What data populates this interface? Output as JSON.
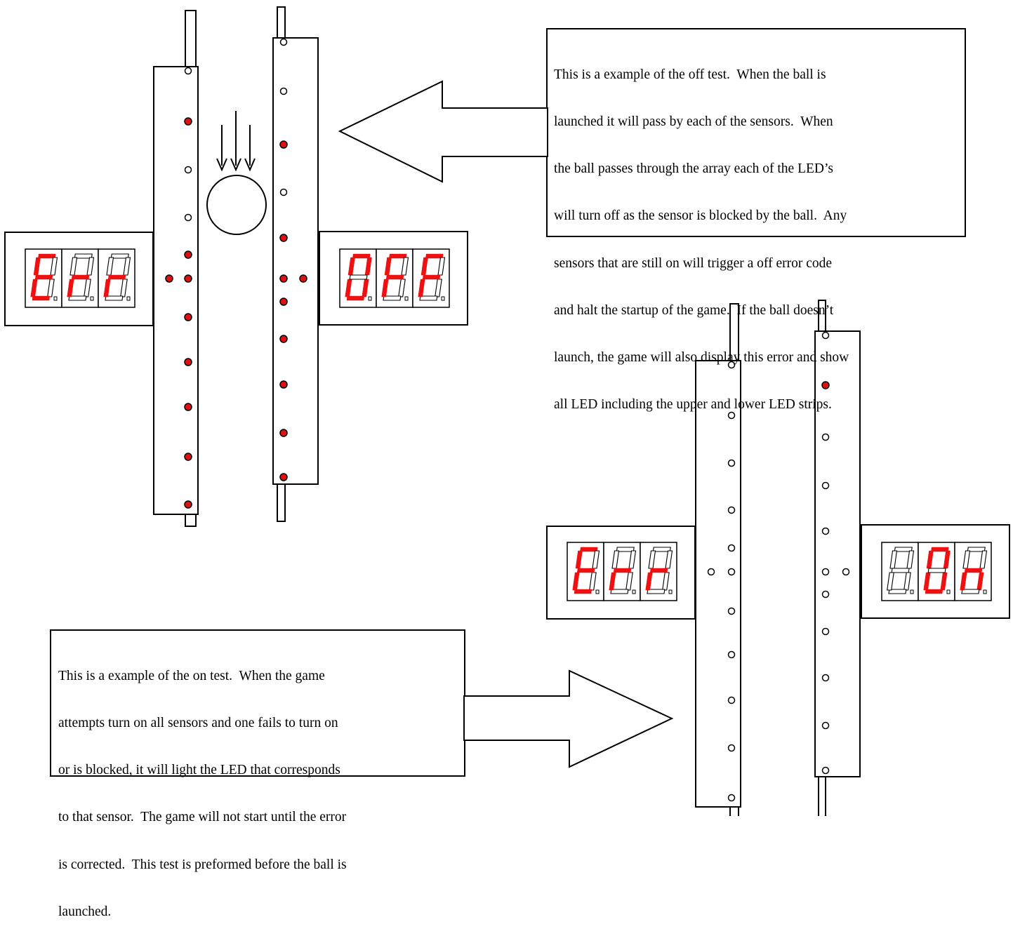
{
  "colors": {
    "led_on": "#dd1111",
    "led_off": "#ffffff",
    "outline": "#000000",
    "segment_on": "#ee1111",
    "segment_off": "#ffffff"
  },
  "off_test": {
    "callout": {
      "lines": [
        "This is a example of the off test.  When the ball is",
        "launched it will pass by each of the sensors.  When",
        "the ball passes through the array each of the LED’s",
        "will turn off as the sensor is blocked by the ball.  Any",
        "sensors that are still on will trigger a off error code",
        "and halt the startup of the game.  If the ball doesn’t",
        "launch, the game will also display this error and show",
        "all LED including the upper and lower LED strips."
      ]
    },
    "left_display": {
      "characters": [
        "E",
        "r",
        "r"
      ]
    },
    "right_display": {
      "characters": [
        "0",
        "F",
        "F"
      ]
    },
    "left_strip_leds": [
      "off",
      "on",
      "off",
      "off",
      "on",
      "on",
      "on",
      "on",
      "on",
      "on",
      "on"
    ],
    "left_strip_side_led": "on",
    "right_strip_leds": [
      "off",
      "off",
      "on",
      "off",
      "on",
      "on",
      "on",
      "on",
      "on",
      "on",
      "on"
    ],
    "right_strip_side_led": "on",
    "ball_icon": "ball-with-down-arrows"
  },
  "on_test": {
    "callout": {
      "lines": [
        "This is a example of the on test.  When the game",
        "attempts turn on all sensors and one fails to turn on",
        "or is blocked, it will light the LED that corresponds",
        "to that sensor.  The game will not start until the error",
        "is corrected.  This test is preformed before the ball is",
        "launched."
      ]
    },
    "left_display": {
      "characters": [
        "E",
        "r",
        "r"
      ]
    },
    "right_display": {
      "characters": [
        " ",
        "0",
        "n"
      ]
    },
    "left_strip_leds": [
      "off",
      "off",
      "off",
      "off",
      "off",
      "off",
      "off",
      "off",
      "off",
      "off",
      "off"
    ],
    "left_strip_side_led": "off",
    "right_strip_leds": [
      "off",
      "on",
      "off",
      "off",
      "off",
      "off",
      "off",
      "off",
      "off",
      "off",
      "off"
    ],
    "right_strip_side_led": "off"
  }
}
